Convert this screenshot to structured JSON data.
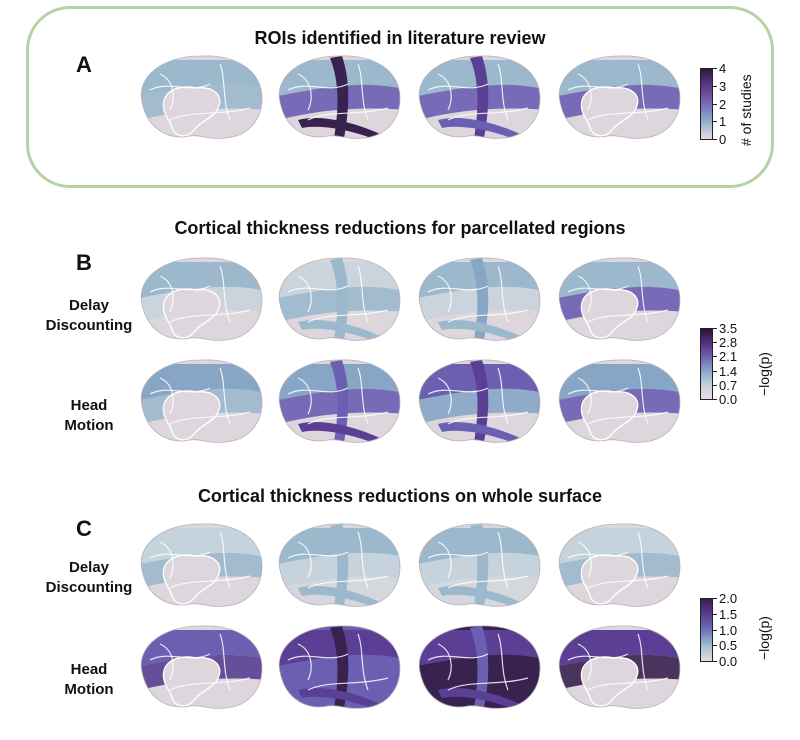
{
  "panel_a": {
    "letter": "A",
    "title": "ROIs identified in literature review",
    "colorbar": {
      "label": "# of studies",
      "ticks": [
        "4",
        "3",
        "2",
        "1",
        "0"
      ],
      "colors": [
        "#2f1a3d",
        "#5e3a8c",
        "#7b6ab8",
        "#8fb0cf",
        "#e6dde4"
      ]
    }
  },
  "panel_b": {
    "letter": "B",
    "title": "Cortical thickness reductions for parcellated regions",
    "rows": [
      {
        "label_line1": "Delay",
        "label_line2": "Discounting"
      },
      {
        "label_line1": "Head",
        "label_line2": "Motion"
      }
    ],
    "colorbar": {
      "label": "−log(p)",
      "ticks": [
        "3.5",
        "2.8",
        "2.1",
        "1.4",
        "0.7",
        "0.0"
      ],
      "colors": [
        "#2a1236",
        "#54317e",
        "#6e63b0",
        "#8ba7cc",
        "#c4d3dc",
        "#e6dde4"
      ]
    }
  },
  "panel_c": {
    "letter": "C",
    "title": "Cortical thickness reductions on whole surface",
    "rows": [
      {
        "label_line1": "Delay",
        "label_line2": "Discounting"
      },
      {
        "label_line1": "Head",
        "label_line2": "Motion"
      }
    ],
    "colorbar": {
      "label": "−log(p)",
      "ticks": [
        "2.0",
        "1.5",
        "1.0",
        "0.5",
        "0.0"
      ],
      "colors": [
        "#3a1e52",
        "#5a3d8f",
        "#6e73b4",
        "#9fbdd0",
        "#e6dde4"
      ]
    }
  },
  "palette": {
    "base": "#ddd6dc",
    "light_blue": "#9bb8cc",
    "mid_blue": "#87a6c6",
    "violet": "#6b5fb2",
    "purple": "#5a3f94",
    "dark_purple": "#3a2250",
    "border_green": "#b5d3a4"
  }
}
